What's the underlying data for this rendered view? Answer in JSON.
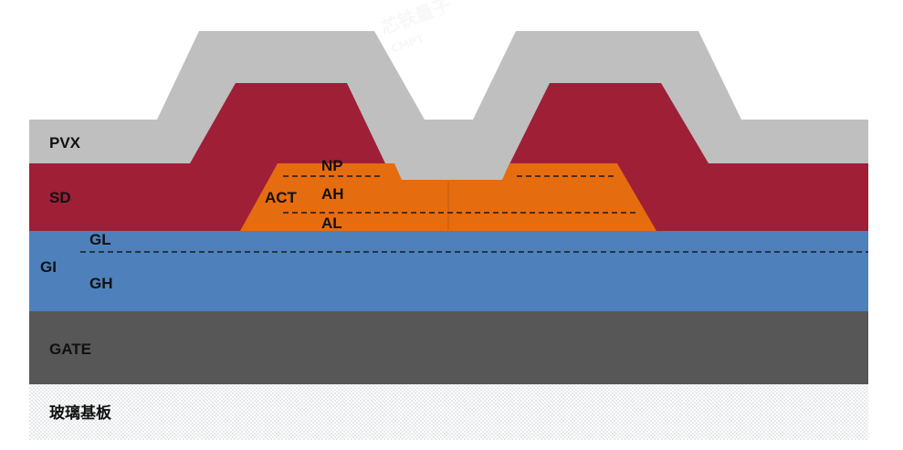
{
  "colors": {
    "pvx": "#bfbfbf",
    "sd": "#9e1f36",
    "act": "#e66c10",
    "gi": "#4e80bc",
    "gate": "#575757",
    "substrate_dot": "#c9cdd6",
    "dash": "#1a1a1a"
  },
  "labels": {
    "pvx": "PVX",
    "sd": "SD",
    "act": "ACT",
    "np": "NP",
    "ah": "AH",
    "al": "AL",
    "gl": "GL",
    "gi": "GI",
    "gh": "GH",
    "gate": "GATE",
    "substrate": "玻璃基板"
  },
  "watermark": {
    "brand": "芯铁量子",
    "sub": "CMPT"
  }
}
